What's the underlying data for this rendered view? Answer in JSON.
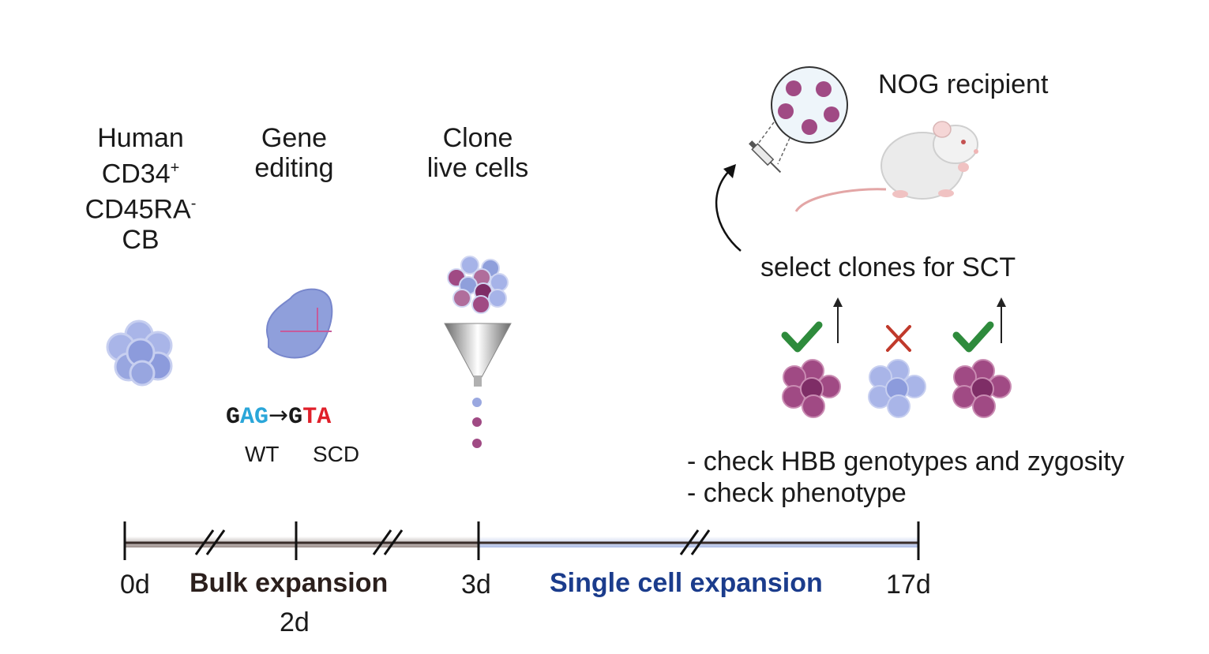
{
  "colors": {
    "purple": "#a04a84",
    "purple_dark": "#7e2d66",
    "blue": "#8f9fdb",
    "blue_dark": "#6f7fc6",
    "green_check": "#2e8b3c",
    "red_cross": "#c0392b",
    "cyan": "#2aa6d9",
    "red_text": "#e0202a",
    "timeline_blue": "#1b3c8c",
    "timeline_gray": "#b8adaa"
  },
  "stages": {
    "cb": {
      "line1": "Human",
      "line2": "CD34",
      "line2_sup": "+",
      "line3": "CD45RA",
      "line3_sup": "-",
      "line4": "CB"
    },
    "editing": {
      "line1": "Gene",
      "line2": "editing"
    },
    "clone": {
      "line1": "Clone",
      "line2": "live cells"
    }
  },
  "mutation": {
    "wt_first": "G",
    "wt_changed": "AG",
    "arrow": "→",
    "scd_first": "G",
    "scd_changed": "TA",
    "wt_label": "WT",
    "scd_label": "SCD"
  },
  "recipient": {
    "label": "NOG recipient"
  },
  "select": {
    "label": "select clones for SCT"
  },
  "checks": {
    "line1": "- check HBB genotypes and zygosity",
    "line2": "- check phenotype"
  },
  "timeline": {
    "t0": "0d",
    "t2": "2d",
    "t3": "3d",
    "t17": "17d",
    "bulk": "Bulk expansion",
    "single": "Single cell expansion"
  }
}
